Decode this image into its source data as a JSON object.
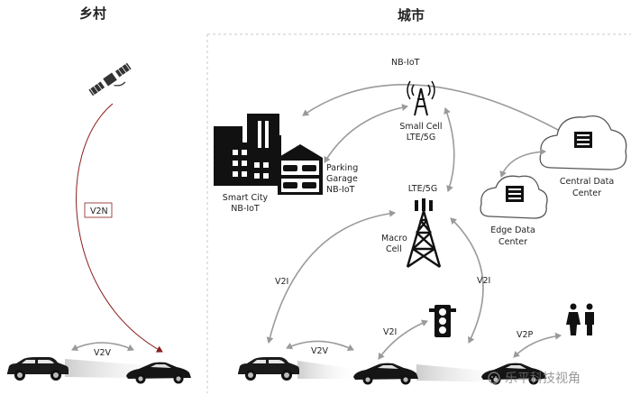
{
  "sections": {
    "rural_title": "乡村",
    "urban_title": "城市"
  },
  "nodes": {
    "smart_city": [
      "Smart City",
      "NB-IoT"
    ],
    "parking_garage": [
      "Parking",
      "Garage",
      "NB-IoT"
    ],
    "small_cell": [
      "Small Cell",
      "LTE/5G"
    ],
    "macro_cell_tech": "LTE/5G",
    "macro_cell": [
      "Macro",
      "Cell"
    ],
    "central_dc": [
      "Central Data",
      "Center"
    ],
    "edge_dc": [
      "Edge Data",
      "Center"
    ]
  },
  "links": {
    "nb_iot": "NB-IoT",
    "v2n": "V2N",
    "v2v_rural": "V2V",
    "v2v_urban": "V2V",
    "v2i_left": "V2I",
    "v2i_right": "V2I",
    "v2i_mid": "V2I",
    "v2p": "V2P"
  },
  "watermark": "乐平科技视角",
  "colors": {
    "arrow": "#9a9a9a",
    "v2n_arrow": "#8b1e1e",
    "ink": "#111111"
  }
}
